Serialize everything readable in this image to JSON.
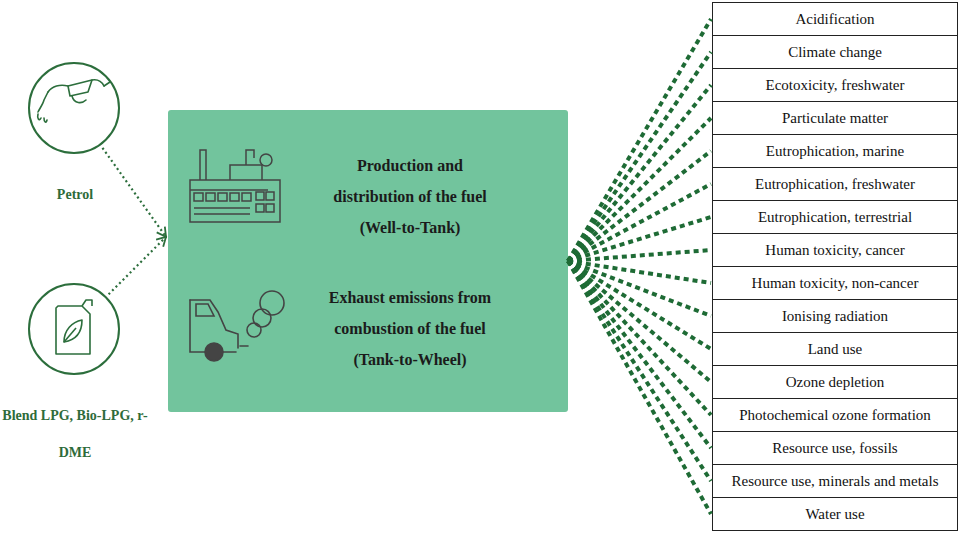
{
  "diagram": {
    "nodes": [
      {
        "text": [
          "Petrol"
        ]
      },
      {
        "text": [
          "Blend LPG, Bio-LPG, r-DME"
        ]
      },
      {
        "text": [
          "Production and distribution of the fuel (Well-to-Tank)",
          "Exhaust emissions from combustion of the fuel (Tank-to-Wheel)"
        ]
      },
      {
        "text": [
          "Acidification"
        ]
      },
      {
        "text": [
          "Climate change"
        ]
      },
      {
        "text": [
          "Ecotoxicity, freshwater"
        ]
      },
      {
        "text": [
          "Particulate matter"
        ]
      },
      {
        "text": [
          "Eutrophication, marine"
        ]
      },
      {
        "text": [
          "Eutrophication, freshwater"
        ]
      },
      {
        "text": [
          "Eutrophication, terrestrial"
        ]
      },
      {
        "text": [
          "Human toxicity, cancer"
        ]
      },
      {
        "text": [
          "Human toxicity, non-cancer"
        ]
      },
      {
        "text": [
          "Ionising radiation"
        ]
      },
      {
        "text": [
          "Land use"
        ]
      },
      {
        "text": [
          "Ozone depletion"
        ]
      },
      {
        "text": [
          "Photochemical ozone formation"
        ]
      },
      {
        "text": [
          "Resource use, fossils"
        ]
      },
      {
        "text": [
          "Resource use, minerals and metals"
        ]
      },
      {
        "text": [
          "Water use"
        ]
      }
    ],
    "edges": [
      {
        "from": 0,
        "to": 2,
        "arrow": "to"
      },
      {
        "from": 1,
        "to": 2,
        "arrow": "to"
      },
      {
        "from": 2,
        "to": 3,
        "arrow": "none"
      },
      {
        "from": 2,
        "to": 4,
        "arrow": "none"
      },
      {
        "from": 2,
        "to": 5,
        "arrow": "none"
      },
      {
        "from": 2,
        "to": 6,
        "arrow": "none"
      },
      {
        "from": 2,
        "to": 7,
        "arrow": "none"
      },
      {
        "from": 2,
        "to": 8,
        "arrow": "none"
      },
      {
        "from": 2,
        "to": 9,
        "arrow": "none"
      },
      {
        "from": 2,
        "to": 10,
        "arrow": "none"
      },
      {
        "from": 2,
        "to": 11,
        "arrow": "none"
      },
      {
        "from": 2,
        "to": 12,
        "arrow": "none"
      },
      {
        "from": 2,
        "to": 13,
        "arrow": "none"
      },
      {
        "from": 2,
        "to": 14,
        "arrow": "none"
      },
      {
        "from": 2,
        "to": 15,
        "arrow": "none"
      },
      {
        "from": 2,
        "to": 16,
        "arrow": "none"
      },
      {
        "from": 2,
        "to": 17,
        "arrow": "none"
      },
      {
        "from": 2,
        "to": 18,
        "arrow": "none"
      }
    ]
  }
}
